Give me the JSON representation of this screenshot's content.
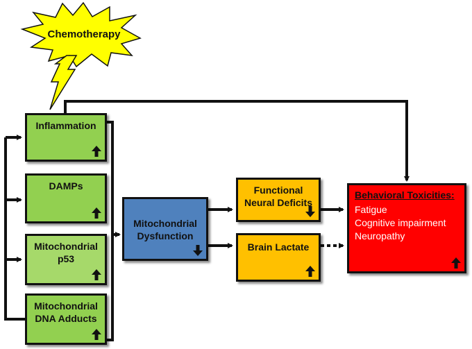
{
  "chemo": {
    "label": "Chemotherapy"
  },
  "left_column": [
    {
      "key": "inflammation",
      "lines": [
        "Inflammation"
      ],
      "indicator": "up"
    },
    {
      "key": "damps",
      "lines": [
        "DAMPs"
      ],
      "indicator": "up"
    },
    {
      "key": "p53",
      "lines": [
        "Mitochondrial",
        "p53"
      ],
      "indicator": "up"
    },
    {
      "key": "dna",
      "lines": [
        "Mitochondrial",
        "DNA Adducts"
      ],
      "indicator": "up"
    }
  ],
  "mito": {
    "lines": [
      "Mitochondrial",
      "Dysfunction"
    ],
    "indicator": "down"
  },
  "functional": {
    "lines": [
      "Functional",
      "Neural Deficits"
    ],
    "indicator": "down"
  },
  "lactate": {
    "lines": [
      "Brain Lactate"
    ],
    "indicator": "up"
  },
  "behavioral": {
    "title": "Behavioral Toxicities:",
    "items": [
      "Fatigue",
      "Cognitive impairment",
      "Neuropathy"
    ],
    "indicator": "up"
  },
  "colors": {
    "chemo_burst": "#ffff00",
    "left_boxes": "#92d050",
    "mito": "#4f81bd",
    "orange_boxes": "#ffc000",
    "behavioral": "#ff0000"
  }
}
